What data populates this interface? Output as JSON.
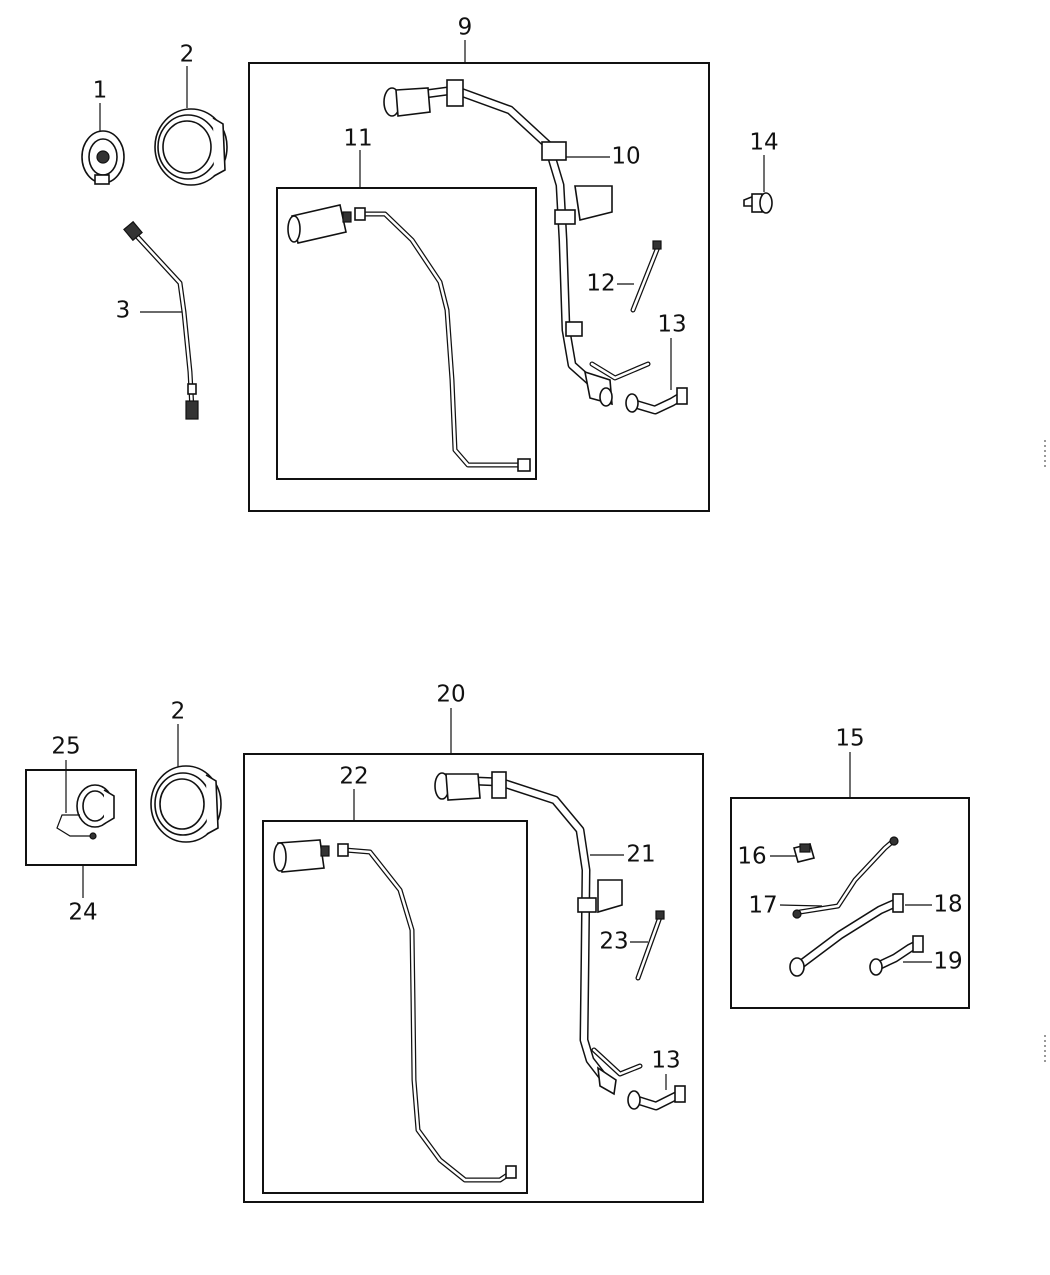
{
  "callouts": {
    "c1": "1",
    "c2_top": "2",
    "c3": "3",
    "c9": "9",
    "c10": "10",
    "c11": "11",
    "c12": "12",
    "c13_top": "13",
    "c14": "14",
    "c2_bottom": "2",
    "c20": "20",
    "c21": "21",
    "c22": "22",
    "c23": "23",
    "c13_bottom": "13",
    "c15": "15",
    "c16": "16",
    "c17": "17",
    "c18": "18",
    "c19": "19",
    "c24": "24",
    "c25": "25"
  },
  "colors": {
    "line": "#111111",
    "background": "#ffffff"
  }
}
